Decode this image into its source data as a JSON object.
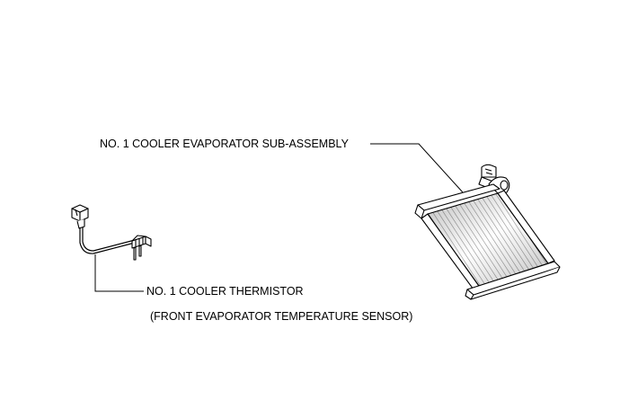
{
  "labels": {
    "evaporator": "NO. 1 COOLER EVAPORATOR SUB-ASSEMBLY",
    "thermistor": "NO. 1 COOLER THERMISTOR",
    "thermistor_subtitle": "(FRONT EVAPORATOR TEMPERATURE SENSOR)"
  },
  "colors": {
    "line": "#000000",
    "fin_shade": "#b5b5b5",
    "background": "#ffffff"
  }
}
